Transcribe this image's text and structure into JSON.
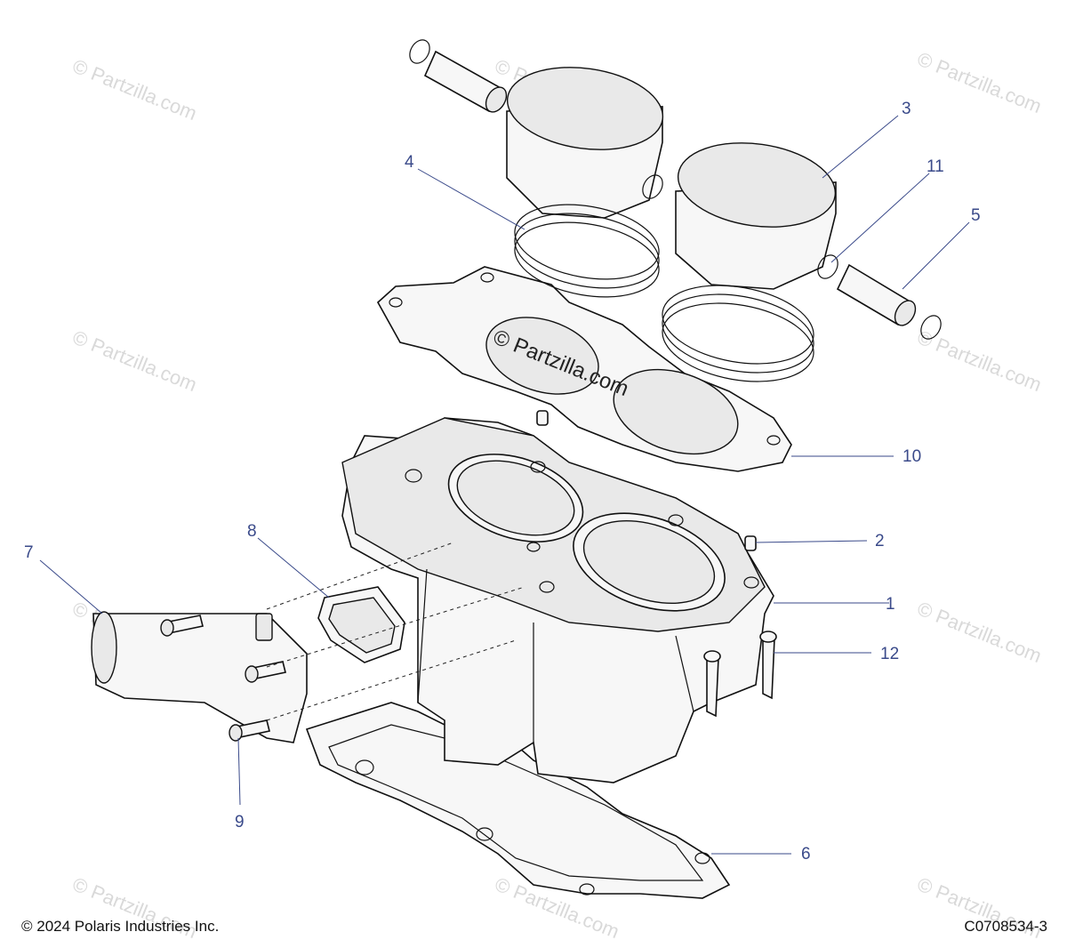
{
  "diagram": {
    "callouts": [
      "1",
      "2",
      "3",
      "4",
      "5",
      "6",
      "7",
      "8",
      "9",
      "10",
      "11",
      "12"
    ],
    "watermark_main": "© Partzilla.com",
    "watermark_repeat": "© Partzilla.com"
  },
  "footer": {
    "copyright": "© 2024 Polaris Industries Inc.",
    "figure_code": "C0708534-3"
  },
  "parts": [
    {
      "callout": "1",
      "icon": "cylinder-block"
    },
    {
      "callout": "2",
      "icon": "dowel-pin"
    },
    {
      "callout": "3",
      "icon": "piston"
    },
    {
      "callout": "4",
      "icon": "piston-ring-set"
    },
    {
      "callout": "5",
      "icon": "piston-pin"
    },
    {
      "callout": "6",
      "icon": "base-gasket"
    },
    {
      "callout": "7",
      "icon": "coolant-outlet"
    },
    {
      "callout": "8",
      "icon": "o-ring-seal"
    },
    {
      "callout": "9",
      "icon": "bolt"
    },
    {
      "callout": "10",
      "icon": "head-gasket"
    },
    {
      "callout": "11",
      "icon": "circlip"
    },
    {
      "callout": "12",
      "icon": "stud-bolt"
    }
  ]
}
